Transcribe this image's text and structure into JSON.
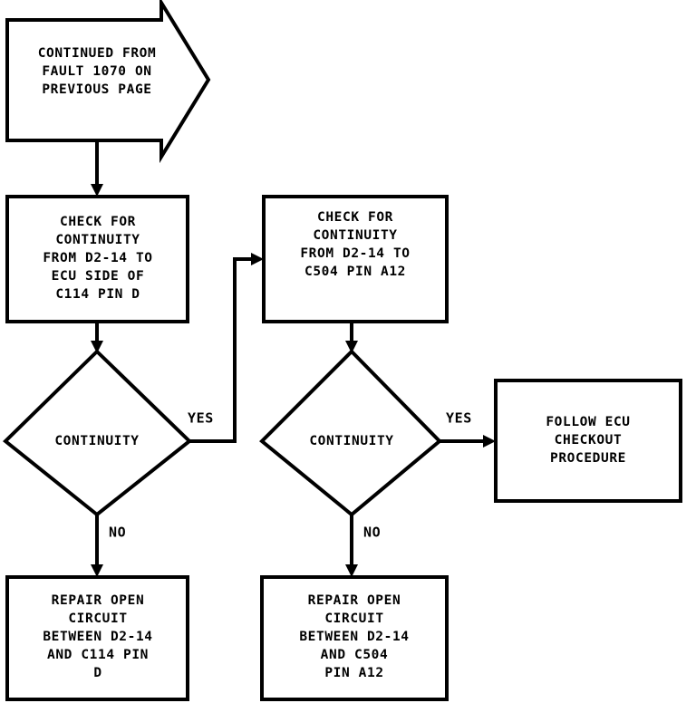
{
  "diagram": {
    "title": "Fault 1070 continuity troubleshooting flowchart",
    "type": "flowchart",
    "stroke_color": "#000000",
    "background_color": "#ffffff"
  },
  "nodes": {
    "continued_banner": {
      "shape": "arrow-banner",
      "lines": [
        "CONTINUED FROM",
        "FAULT 1070 ON",
        "PREVIOUS PAGE"
      ]
    },
    "check_c114": {
      "shape": "process",
      "lines": [
        "CHECK FOR",
        "CONTINUITY",
        "FROM D2-14 TO",
        "ECU SIDE OF",
        "C114 PIN D"
      ]
    },
    "check_c504": {
      "shape": "process",
      "lines": [
        "CHECK FOR",
        "CONTINUITY",
        "FROM D2-14 TO",
        "C504 PIN A12"
      ]
    },
    "decision_left": {
      "shape": "decision",
      "lines": [
        "CONTINUITY"
      ]
    },
    "decision_right": {
      "shape": "decision",
      "lines": [
        "CONTINUITY"
      ]
    },
    "follow_ecu": {
      "shape": "process",
      "lines": [
        "FOLLOW ECU",
        "CHECKOUT",
        "PROCEDURE"
      ]
    },
    "repair_c114": {
      "shape": "process",
      "lines": [
        "REPAIR OPEN",
        "CIRCUIT",
        "BETWEEN D2-14",
        "AND C114 PIN",
        "D"
      ]
    },
    "repair_c504": {
      "shape": "process",
      "lines": [
        "REPAIR OPEN",
        "CIRCUIT",
        "BETWEEN D2-14",
        "AND C504",
        "PIN A12"
      ]
    }
  },
  "edge_labels": {
    "yes_left": "YES",
    "no_left": "NO",
    "yes_right": "YES",
    "no_right": "NO"
  }
}
